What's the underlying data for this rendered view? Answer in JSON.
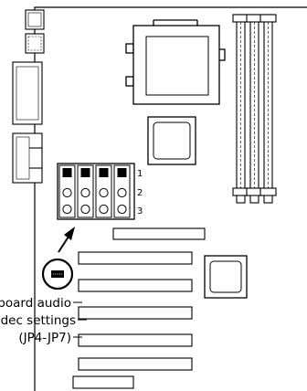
{
  "jumper_block": {
    "pin_labels": [
      "1",
      "2",
      "3"
    ]
  },
  "callout": {
    "lines": [
      "Onboard audio",
      "codec settings",
      "(JP4-JP7)"
    ]
  }
}
